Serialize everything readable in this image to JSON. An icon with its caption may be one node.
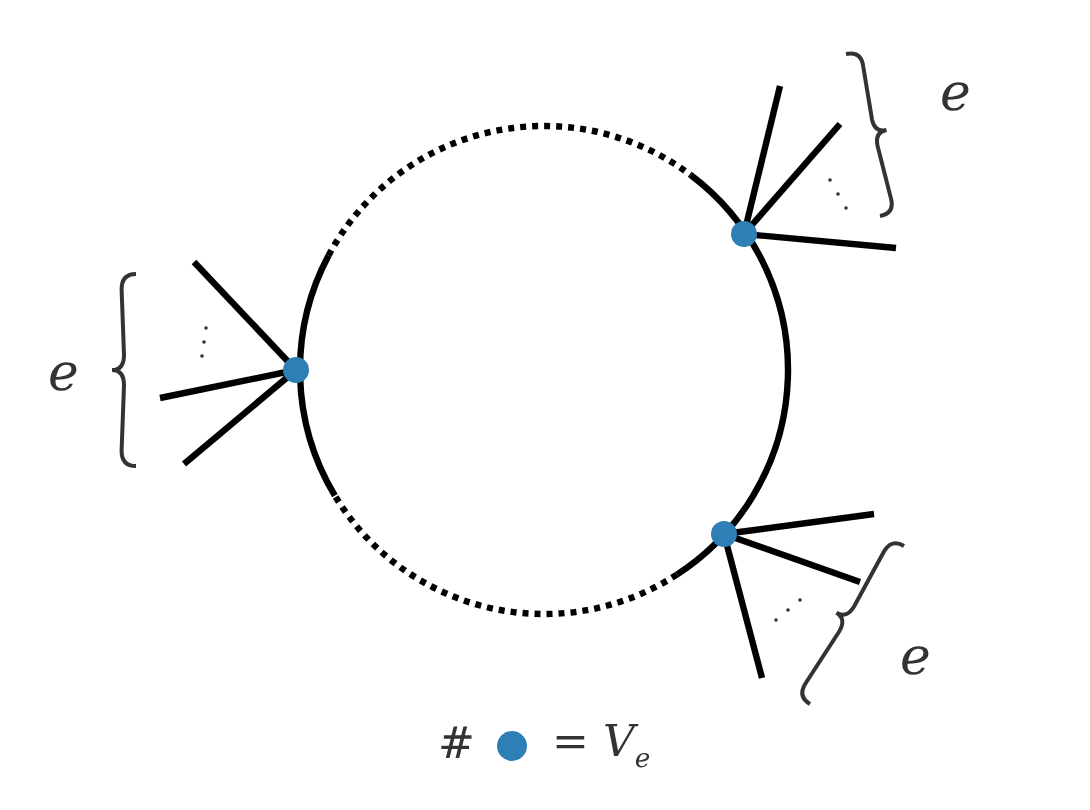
{
  "diagram": {
    "labels": [
      "e",
      "e",
      "e",
      "#"
    ],
    "legend": [
      {
        "text": "= *V*$_{e}$",
        "color": "#2e7fb5"
      }
    ]
  }
}
